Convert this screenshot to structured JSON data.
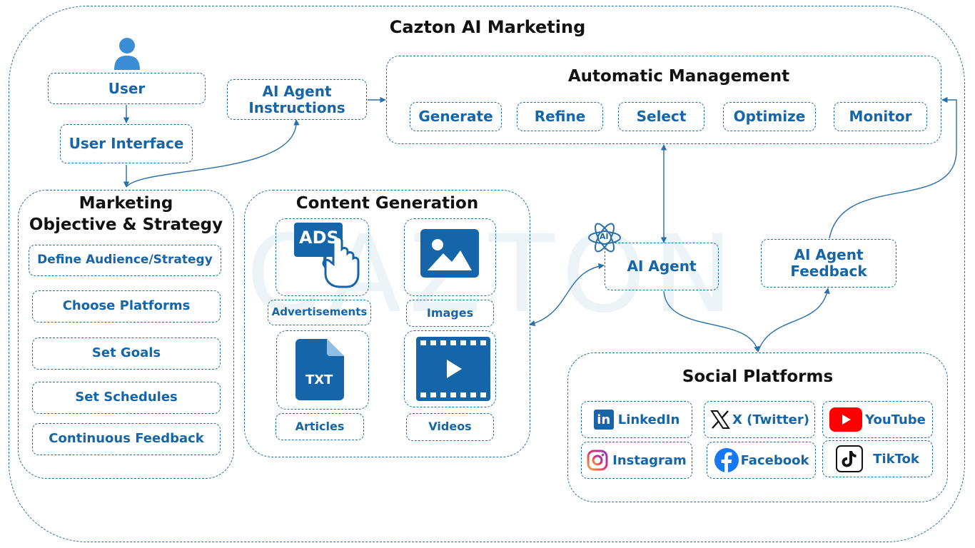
{
  "title": "Cazton AI Marketing",
  "watermark": "CAZTON",
  "user": {
    "label": "User",
    "interface": "User Interface"
  },
  "agent_instructions": "AI Agent Instructions",
  "automatic_management": {
    "title": "Automatic Management",
    "steps": [
      "Generate",
      "Refine",
      "Select",
      "Optimize",
      "Monitor"
    ]
  },
  "marketing": {
    "title_line1": "Marketing",
    "title_line2": "Objective & Strategy",
    "items": [
      "Define Audience/Strategy",
      "Choose Platforms",
      "Set Goals",
      "Set Schedules",
      "Continuous Feedback"
    ]
  },
  "content_generation": {
    "title": "Content Generation",
    "ads_badge": "ADS",
    "txt_badge": "TXT",
    "items": [
      "Advertisements",
      "Images",
      "Articles",
      "Videos"
    ]
  },
  "ai_agent": {
    "label": "AI Agent",
    "badge": "AI"
  },
  "ai_feedback": "AI Agent Feedback",
  "social_platforms": {
    "title": "Social Platforms",
    "items": [
      "LinkedIn",
      "X (Twitter)",
      "YouTube",
      "Instagram",
      "Facebook",
      "TikTok"
    ],
    "linkedin_badge": "in"
  },
  "colors": {
    "accent": "#1565a8",
    "border": "#1f6fa8",
    "youtube": "#ff0000",
    "facebook": "#1877f2"
  }
}
